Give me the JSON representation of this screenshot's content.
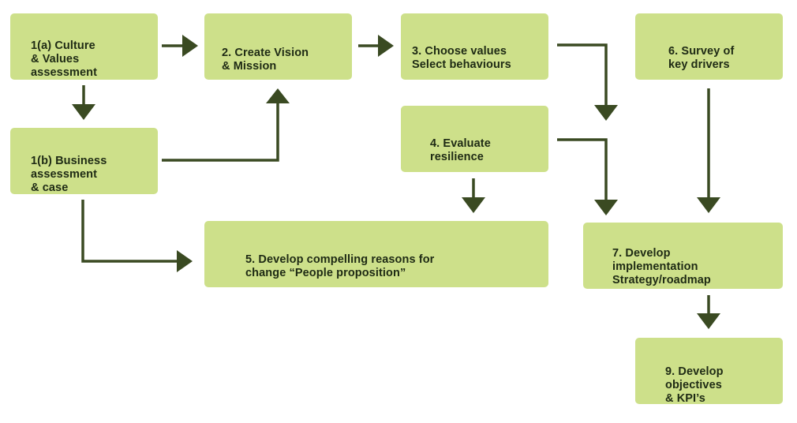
{
  "colors": {
    "box_fill": "#cde08a",
    "text": "#1e2a14",
    "connector": "#3a4a22"
  },
  "boxes": {
    "b1a": {
      "label": "1(a) Culture\n& Values\nassessment"
    },
    "b1b": {
      "label": "1(b) Business\nassessment\n& case"
    },
    "b2": {
      "label": "2. Create Vision\n& Mission"
    },
    "b3": {
      "label": "3. Choose values\nSelect behaviours"
    },
    "b4": {
      "label": "4. Evaluate\nresilience"
    },
    "b5": {
      "label": "5. Develop compelling reasons for\nchange “People proposition”"
    },
    "b6": {
      "label": "6. Survey of\nkey drivers"
    },
    "b7": {
      "label": "7. Develop\nimplementation\nStrategy/roadmap"
    },
    "b9": {
      "label": "9. Develop\nobjectives\n& KPI’s"
    }
  },
  "connectors": [
    {
      "id": "1a-to-2",
      "from": "b1a",
      "to": "b2"
    },
    {
      "id": "2-to-3",
      "from": "b2",
      "to": "b3"
    },
    {
      "id": "1a-to-1b",
      "from": "b1a",
      "to": "b1b"
    },
    {
      "id": "1b-to-2",
      "from": "b1b",
      "to": "b2"
    },
    {
      "id": "1b-to-5",
      "from": "b1b",
      "to": "b5"
    },
    {
      "id": "3-to-7",
      "from": "b3",
      "to": "b7"
    },
    {
      "id": "4-to-5",
      "from": "b4",
      "to": "b5"
    },
    {
      "id": "4-to-7",
      "from": "b4",
      "to": "b7"
    },
    {
      "id": "6-to-7",
      "from": "b6",
      "to": "b7"
    },
    {
      "id": "7-to-9",
      "from": "b7",
      "to": "b9"
    }
  ]
}
